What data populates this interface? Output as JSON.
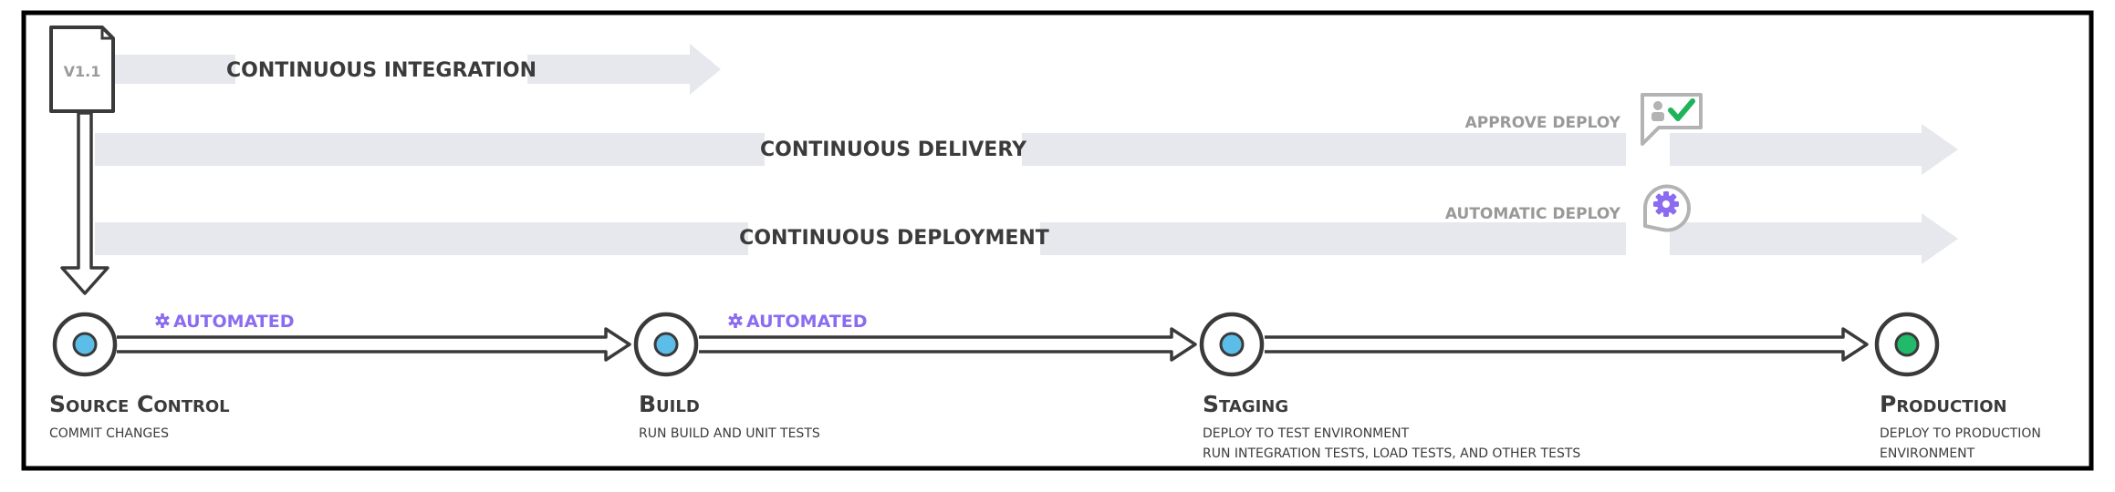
{
  "version_tag": "V1.1",
  "pipelines": {
    "integration": {
      "label": "CONTINUOUS INTEGRATION"
    },
    "delivery": {
      "label": "CONTINUOUS DELIVERY",
      "gate_label": "APPROVE DEPLOY",
      "gate_icon": "approval-check-icon"
    },
    "deployment": {
      "label": "CONTINUOUS DEPLOYMENT",
      "gate_label": "AUTOMATIC DEPLOY",
      "gate_icon": "gear-icon"
    }
  },
  "automated_label": "AUTOMATED",
  "stages": [
    {
      "title": "Source Control",
      "desc": [
        "COMMIT CHANGES"
      ],
      "dot_color": "#5cbde8"
    },
    {
      "title": "Build",
      "desc": [
        "RUN BUILD AND UNIT TESTS"
      ],
      "dot_color": "#5cbde8"
    },
    {
      "title": "Staging",
      "desc": [
        "DEPLOY TO TEST ENVIRONMENT",
        "RUN INTEGRATION TESTS, LOAD TESTS, AND OTHER TESTS"
      ],
      "dot_color": "#5cbde8"
    },
    {
      "title": "Production",
      "desc": [
        "DEPLOY TO PRODUCTION",
        "ENVIRONMENT"
      ],
      "dot_color": "#21b96a"
    }
  ],
  "colors": {
    "band": "#e6e8ed",
    "line": "#3a3a3a",
    "accent": "#8b6cf0",
    "check": "#1fb35c",
    "label": "#3b3b3b",
    "muted": "#999999"
  }
}
